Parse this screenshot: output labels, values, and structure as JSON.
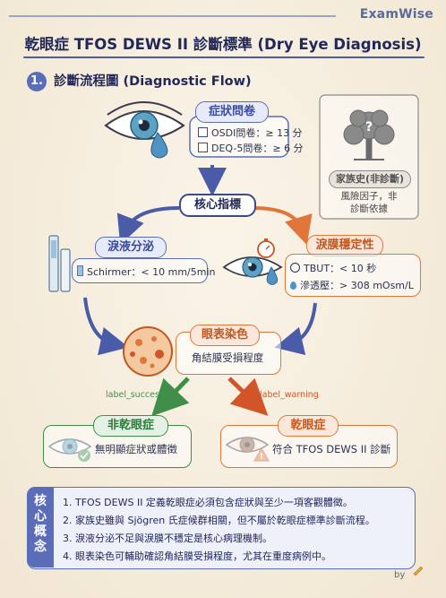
{
  "brand": "ExamWise",
  "title": "乾眼症 TFOS DEWS II 診斷標準 (Dry Eye Diagnosis)",
  "section": {
    "number": "1.",
    "title": "診斷流程圖 (Diagnostic Flow)"
  },
  "symptom_questionnaire": {
    "title": "症狀問卷",
    "items": [
      "OSDI問卷：≥ 13 分",
      "DEQ-5問卷：≥ 6 分"
    ]
  },
  "family_history": {
    "title": "家族史(非診斷)",
    "note_line1": "風險因子，非",
    "note_line2": "診斷依據"
  },
  "core_indicators": "核心指標",
  "tear_secretion": {
    "title": "淚液分泌",
    "item": "Schirmer：< 10 mm/5min"
  },
  "tear_film_stability": {
    "title": "淚膜穩定性",
    "items": [
      "TBUT：< 10 秒",
      "滲透壓：> 308 mOsm/L"
    ]
  },
  "ocular_staining": {
    "title": "眼表染色",
    "subtitle": "角結膜受損程度"
  },
  "flow_labels": {
    "success": "label_success",
    "warning": "label_warning"
  },
  "not_dry_eye": {
    "title": "非乾眼症",
    "desc": "無明顯症狀或體徵"
  },
  "dry_eye": {
    "title": "乾眼症",
    "desc": "符合 TFOS DEWS II 診斷"
  },
  "core_concepts": {
    "label": [
      "核",
      "心",
      "概",
      "念"
    ],
    "items": [
      "1. TFOS DEWS II 定義乾眼症必須包含症狀與至少一項客觀體徵。",
      "2. 家族史雖與 Sjögren 氏症候群相關，但不屬於乾眼症標準診斷流程。",
      "3. 淚液分泌不足與淚膜不穩定是核心病理機制。",
      "4. 眼表染色可輔助確認角結膜受損程度，尤其在重度病例中。"
    ]
  },
  "footer": "by",
  "colors": {
    "navy": "#22295a",
    "blue": "#5b6db8",
    "orange": "#e0763a",
    "green": "#3f8f4a",
    "gray": "#7a7a7a"
  }
}
